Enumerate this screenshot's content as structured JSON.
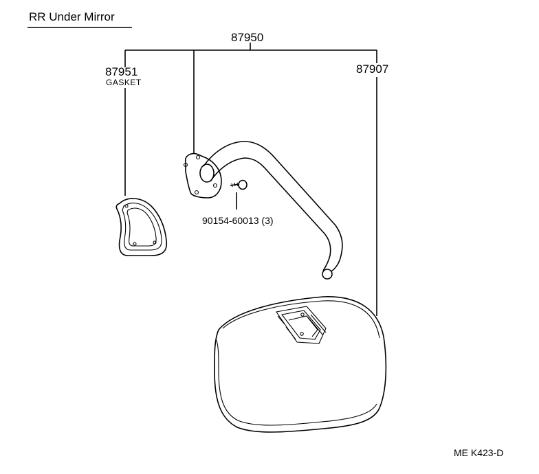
{
  "title": "RR Under Mirror",
  "labels": {
    "assembly": "87950",
    "gasket_number": "87951",
    "gasket_name": "GASKET",
    "mirror": "87907",
    "screw": "90154-60013 (3)"
  },
  "footer_code": "ME  K423-D"
}
